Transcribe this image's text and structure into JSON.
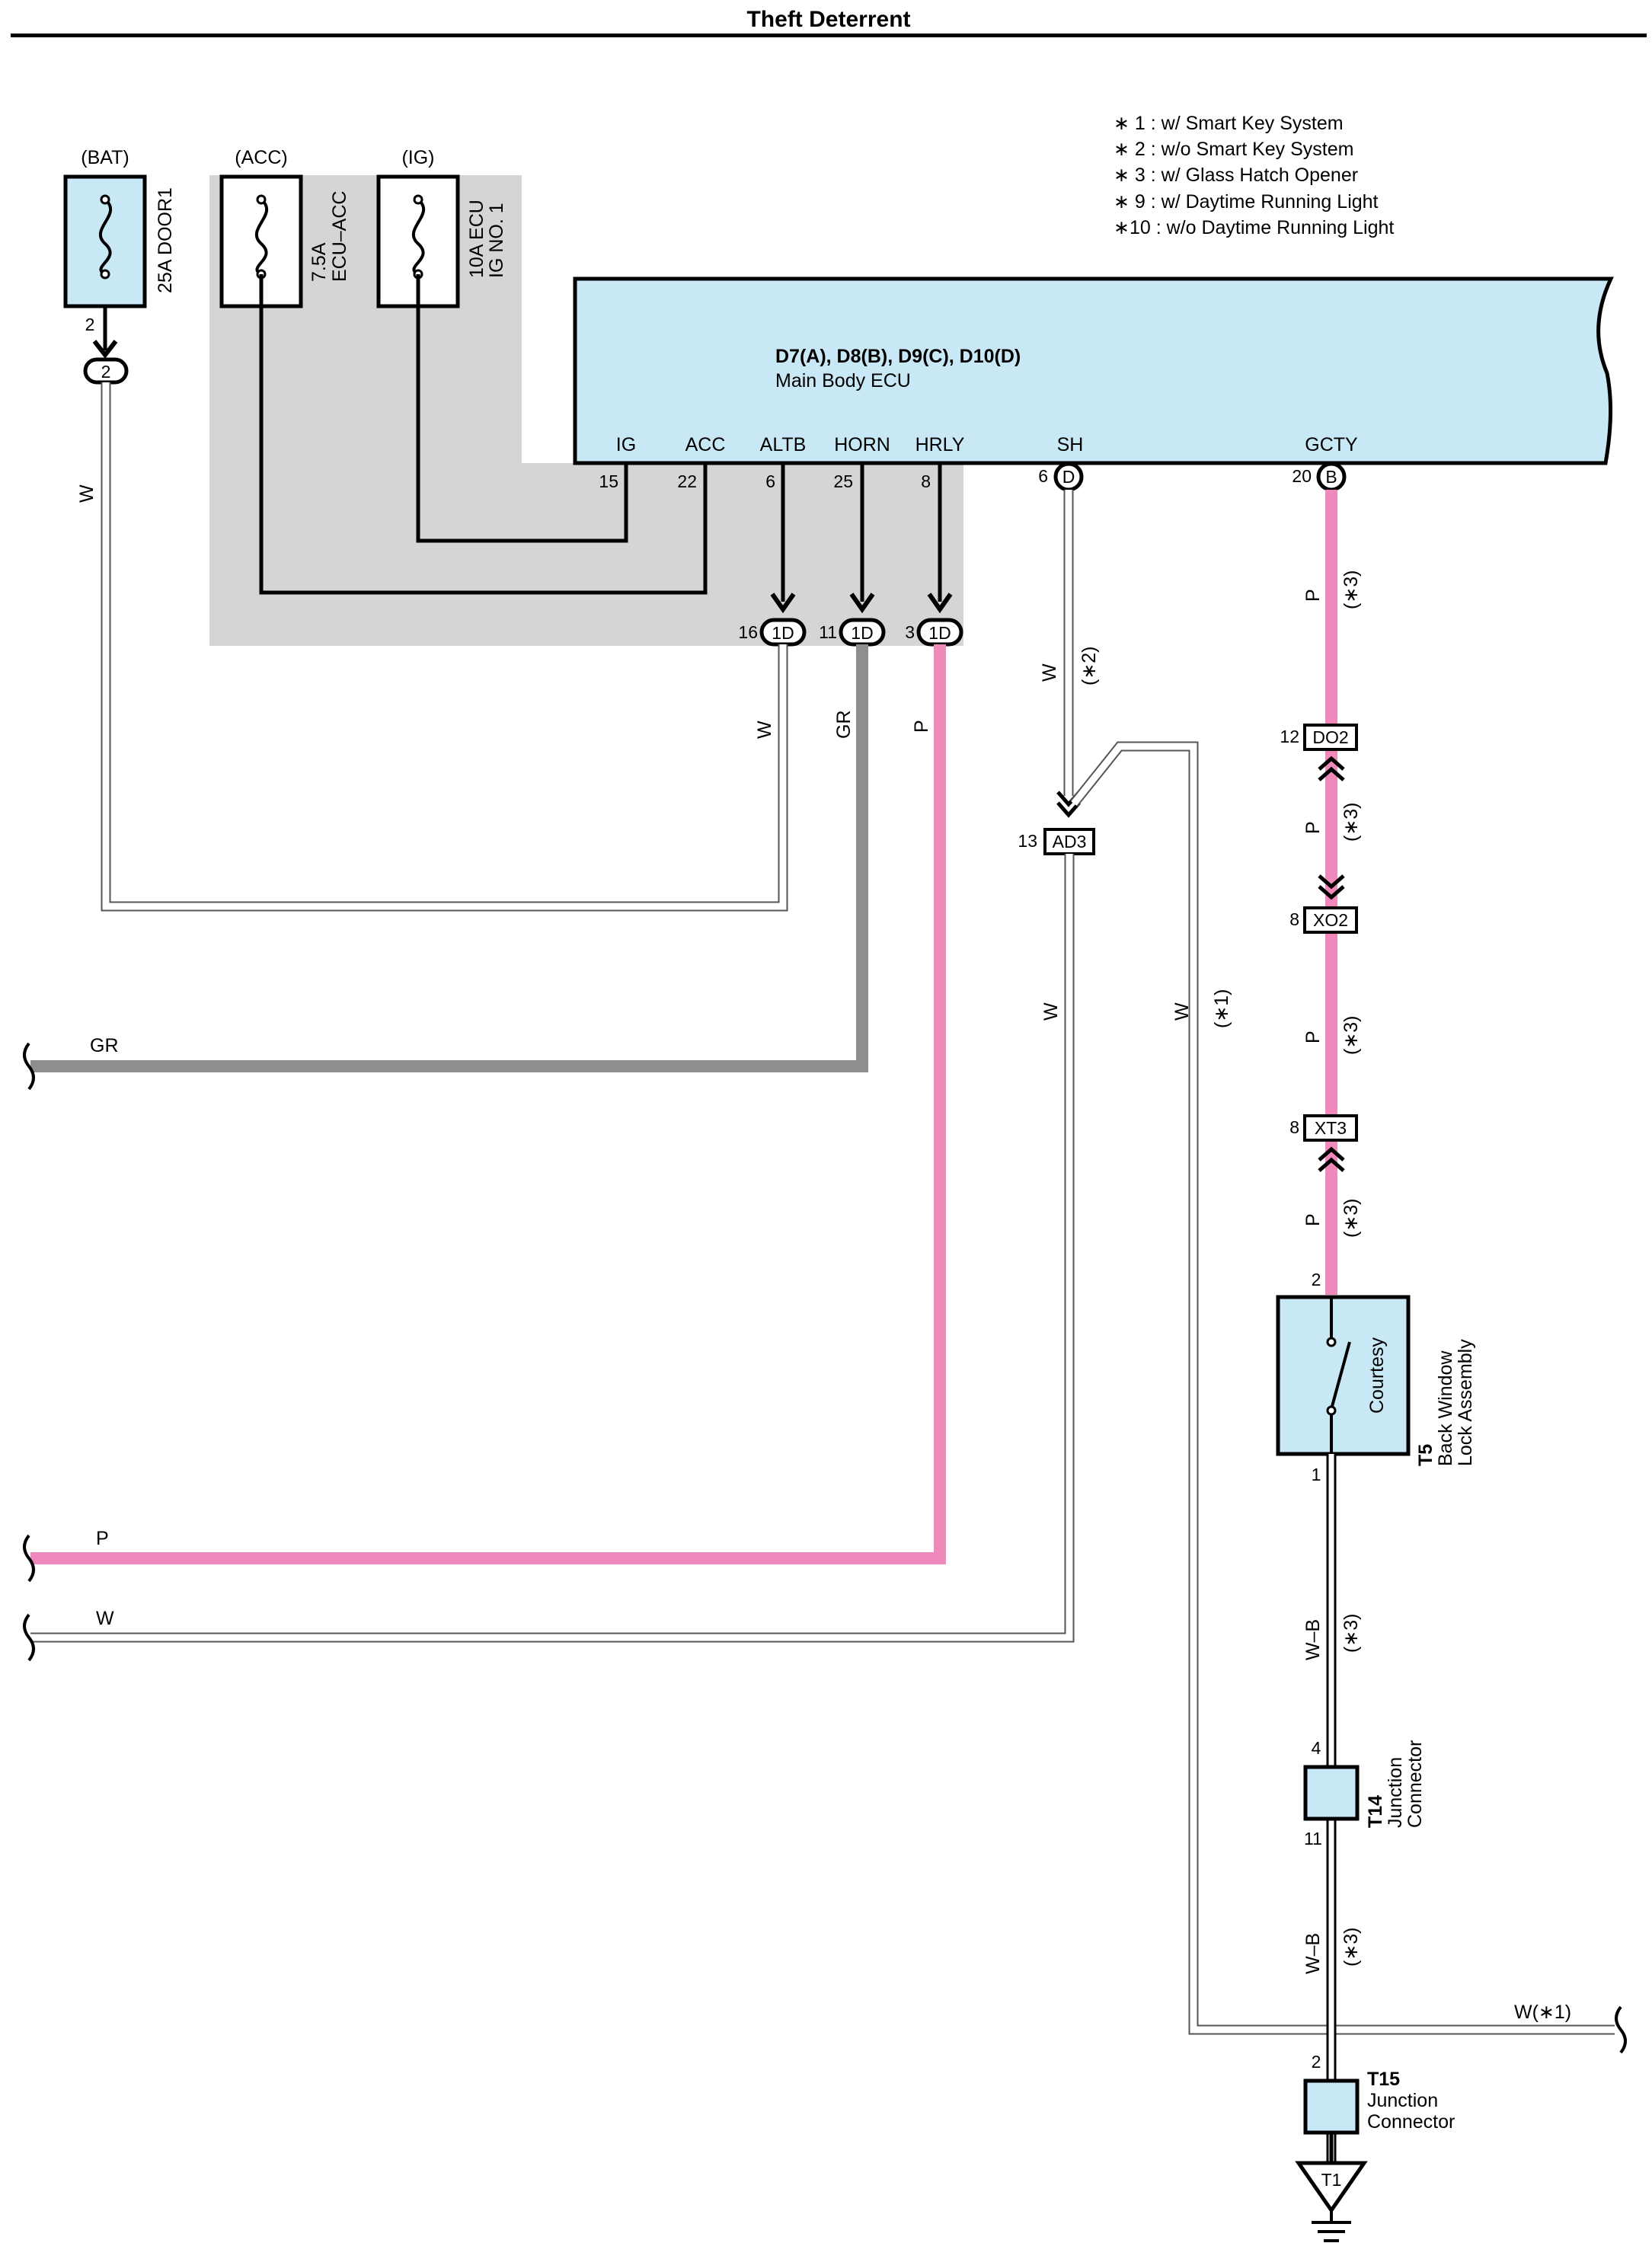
{
  "title": "Theft Deterrent",
  "notes": [
    "∗ 1 : w/ Smart Key System",
    "∗ 2 : w/o Smart Key System",
    "∗ 3 : w/ Glass Hatch Opener",
    "∗ 9 : w/ Daytime Running Light",
    "∗10 : w/o Daytime Running Light"
  ],
  "fuses": {
    "bat": {
      "source": "(BAT)",
      "line1": "25A DOOR1",
      "line2": "",
      "pin": "2",
      "connector": "2"
    },
    "acc": {
      "source": "(ACC)",
      "line1": "7.5A",
      "line2": "ECU–ACC"
    },
    "ig": {
      "source": "(IG)",
      "line1": "10A ECU",
      "line2": "IG NO. 1"
    }
  },
  "ecu": {
    "connectors": "D7(A), D8(B), D9(C), D10(D)",
    "name": "Main Body ECU",
    "terminals": [
      {
        "name": "IG",
        "pin": "15"
      },
      {
        "name": "ACC",
        "pin": "22"
      },
      {
        "name": "ALTB",
        "pin": "6"
      },
      {
        "name": "HORN",
        "pin": "25"
      },
      {
        "name": "HRLY",
        "pin": "8"
      },
      {
        "name": "SH",
        "pin": "6",
        "conn": "D"
      },
      {
        "name": "GCTY",
        "pin": "20",
        "conn": "B"
      }
    ]
  },
  "junction_1d": [
    {
      "pin": "16",
      "conn": "1D"
    },
    {
      "pin": "11",
      "conn": "1D"
    },
    {
      "pin": "3",
      "conn": "1D"
    }
  ],
  "wires": {
    "w_bat": "W",
    "w_16": "W",
    "gr_11": "GR",
    "p_3": "P",
    "w_sh": "W",
    "w_sh_note": "(∗2)",
    "w_ad3": "W",
    "w_smart": "W",
    "w_smart_note": "(∗1)",
    "p_gcty": "P",
    "p_gcty_note": "(∗3)",
    "p_do2": "P",
    "p_do2_note": "(∗3)",
    "p_xo2": "P",
    "p_xo2_note": "(∗3)",
    "p_xt3": "P",
    "p_xt3_note": "(∗3)",
    "wb_1": "W–B",
    "wb_1_note": "(∗3)",
    "wb_2": "W–B",
    "wb_2_note": "(∗3)",
    "left_gr": "GR",
    "left_p": "P",
    "left_w": "W",
    "right_w": "W(∗1)"
  },
  "inline_connectors": {
    "ad3": {
      "pin": "13",
      "name": "AD3"
    },
    "do2": {
      "pin": "12",
      "name": "DO2"
    },
    "xo2": {
      "pin": "8",
      "name": "XO2"
    },
    "xt3": {
      "pin": "8",
      "name": "XT3"
    }
  },
  "t5": {
    "code": "T5",
    "line1": "Back Window",
    "line2": "Lock Assembly",
    "switch_label": "Courtesy",
    "pin_top": "2",
    "pin_bottom": "1"
  },
  "t14": {
    "code": "T14",
    "line1": "Junction",
    "line2": "Connector",
    "pin_top": "4",
    "pin_bottom": "11"
  },
  "t15": {
    "code": "T15",
    "line1": "Junction",
    "line2": "Connector",
    "pin_top": "2"
  },
  "ground": {
    "label": "T1"
  },
  "colors": {
    "ecu_fill": "#c8e8f5",
    "shade": "#d4d5d7",
    "pink": "#ef88bb",
    "gray_wire": "#8c8e90",
    "white_wire_outline": "#555555"
  }
}
